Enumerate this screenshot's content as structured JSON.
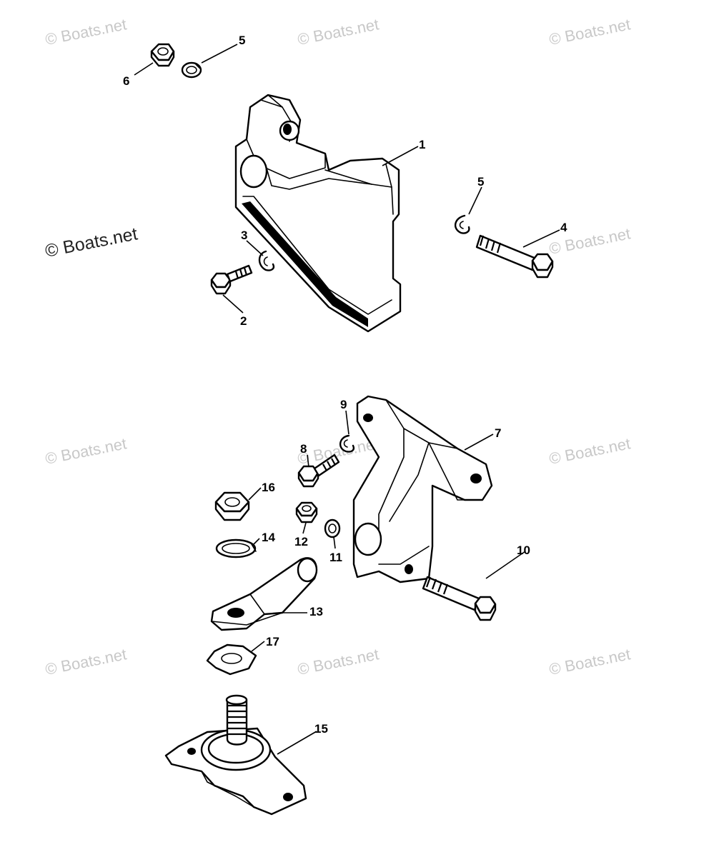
{
  "watermark": {
    "tile_text": "© Boats.net",
    "main_text": "© Boats.net"
  },
  "callouts": [
    "1",
    "2",
    "3",
    "4",
    "5",
    "5",
    "6",
    "7",
    "8",
    "9",
    "10",
    "11",
    "12",
    "13",
    "14",
    "15",
    "16",
    "17"
  ],
  "parts": [
    {
      "number": "1",
      "icon": "engine-mount-bracket-icon"
    },
    {
      "number": "2",
      "icon": "hex-bolt-icon"
    },
    {
      "number": "3",
      "icon": "lock-washer-icon"
    },
    {
      "number": "4",
      "icon": "hex-bolt-icon"
    },
    {
      "number": "5",
      "icon": "lock-washer-icon"
    },
    {
      "number": "6",
      "icon": "hex-nut-icon"
    },
    {
      "number": "7",
      "icon": "mount-bracket-icon"
    },
    {
      "number": "8",
      "icon": "hex-bolt-icon"
    },
    {
      "number": "9",
      "icon": "lock-washer-icon"
    },
    {
      "number": "10",
      "icon": "hex-bolt-icon"
    },
    {
      "number": "11",
      "icon": "lock-washer-icon"
    },
    {
      "number": "12",
      "icon": "hex-nut-icon"
    },
    {
      "number": "13",
      "icon": "trunnion-icon"
    },
    {
      "number": "14",
      "icon": "lock-washer-icon"
    },
    {
      "number": "15",
      "icon": "rubber-mount-icon"
    },
    {
      "number": "16",
      "icon": "hex-nut-icon"
    },
    {
      "number": "17",
      "icon": "tab-washer-icon"
    }
  ]
}
